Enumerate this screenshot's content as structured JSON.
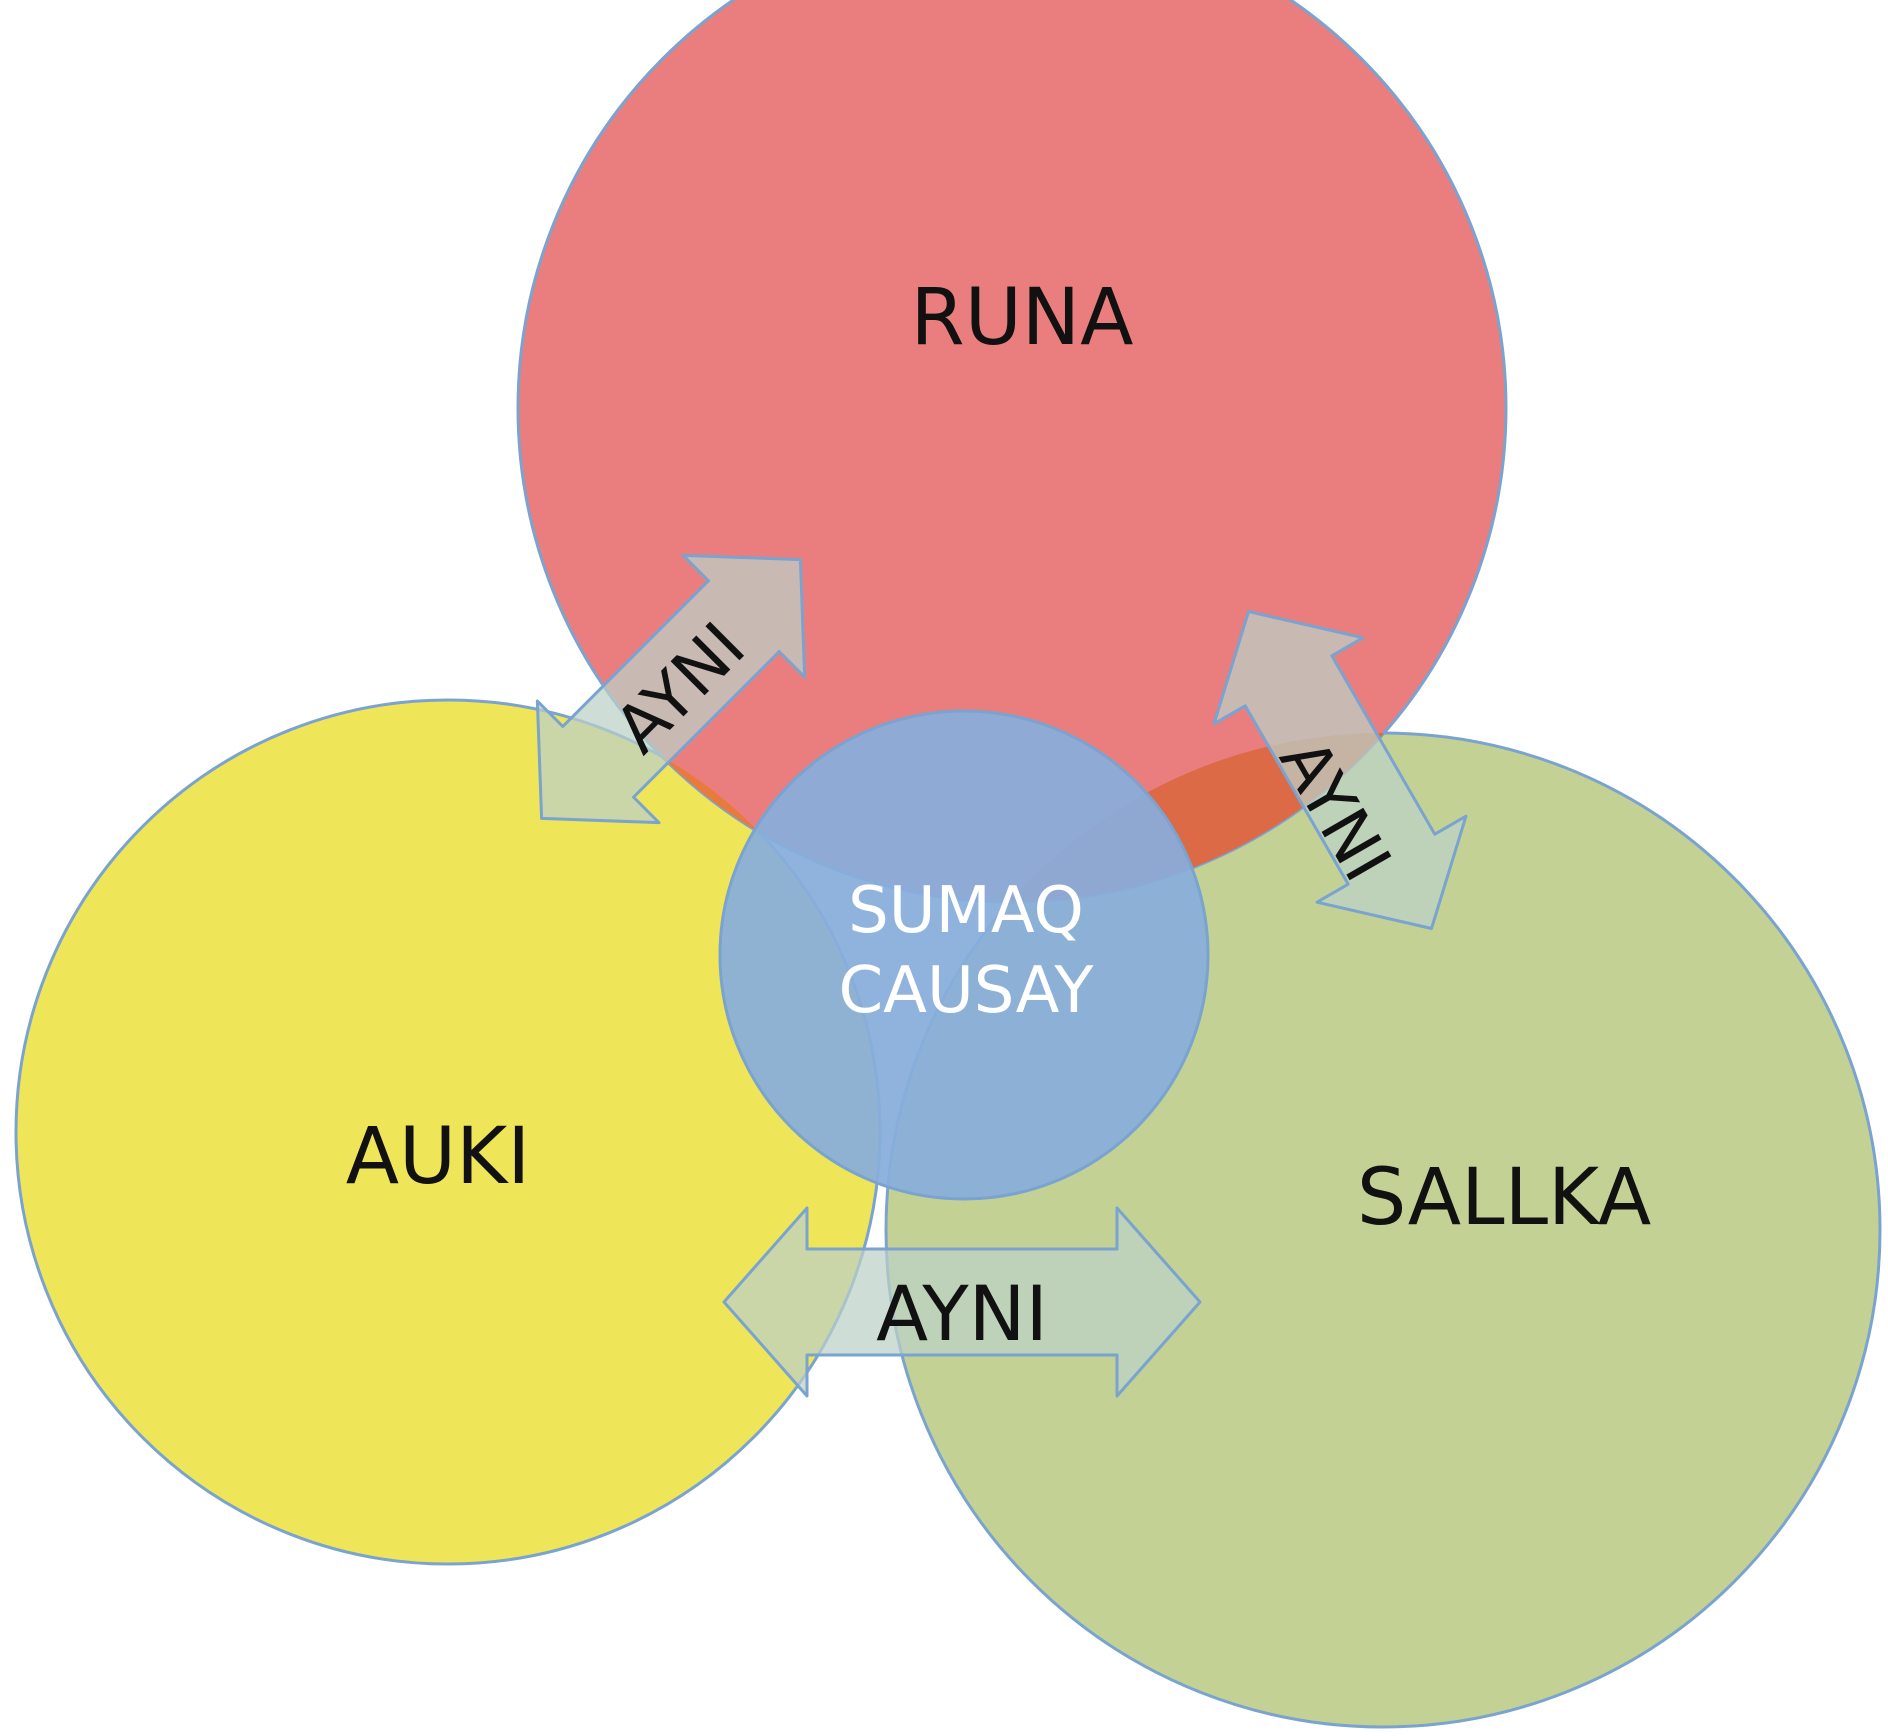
{
  "labels": {
    "runa": "RUNA",
    "auki": "AUKI",
    "sallka": "SALLKA",
    "center_line1": "SUMAQ",
    "center_line2": "CAUSAY",
    "arrow_left": "AYNI",
    "arrow_right": "AYNI",
    "arrow_bottom": "AYNI"
  },
  "colors": {
    "runa_fill": "#ea7e7e",
    "auki_fill": "#eee658",
    "sallka_fill": "#c3d294",
    "overlap_runa_auki": "#e87a3c",
    "overlap_runa_sallka": "#dc6a47",
    "center_fill": "#88addb",
    "circle_stroke": "#7aa3cf",
    "arrow_fill": "#bcd0c8"
  }
}
